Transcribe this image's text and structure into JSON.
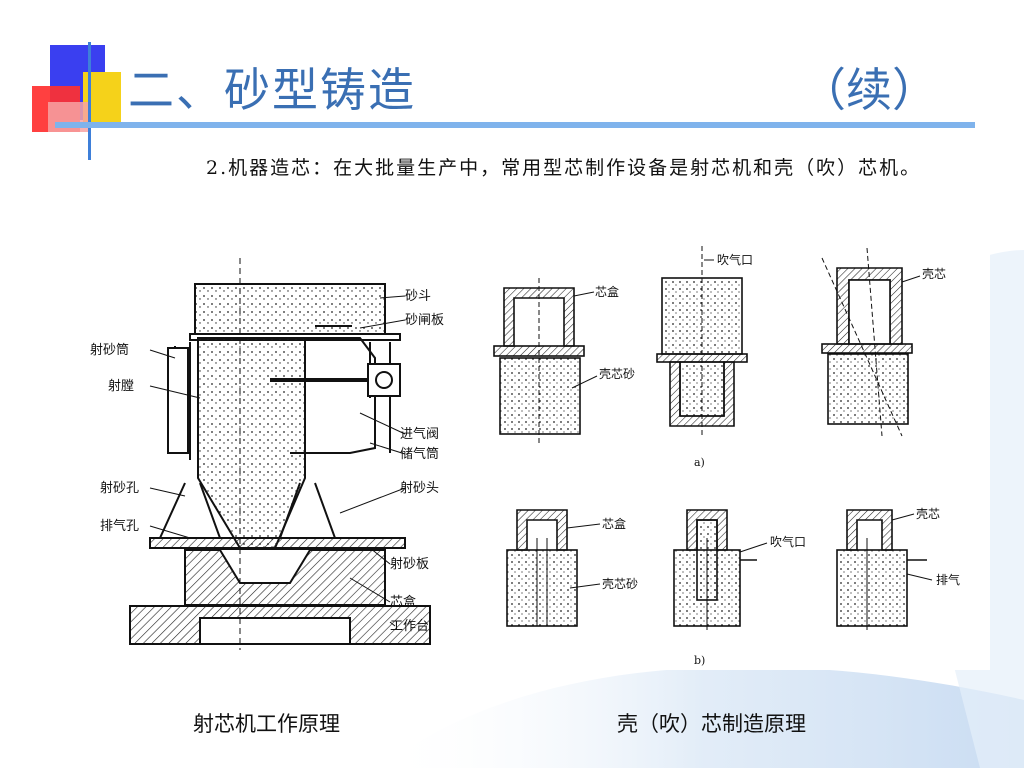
{
  "slide": {
    "title": "二、砂型铸造",
    "title_suffix": "（续）",
    "body": "2.机器造芯：在大批量生产中，常用型芯制作设备是射芯机和壳（吹）芯机。"
  },
  "left_figure": {
    "labels": {
      "shadou": "砂斗",
      "shazhaban": "砂闸板",
      "shashatong": "射砂筒",
      "shetang": "射膛",
      "jinqifa": "进气阀",
      "chuqitong": "储气筒",
      "shashakong": "射砂孔",
      "shashatou": "射砂头",
      "paiqikong": "排气孔",
      "shashaban": "射砂板",
      "xinhe": "芯盒",
      "gongzuotai": "工作台"
    },
    "caption": "射芯机工作原理"
  },
  "right_figure": {
    "labels": {
      "a_chuiqikou": "吹气口",
      "a_xinhe": "芯盒",
      "a_kexinsha": "壳芯砂",
      "a_kexin": "壳芯",
      "a_tag": "a)",
      "b_xinhe": "芯盒",
      "b_kexinsha": "壳芯砂",
      "b_chuiqikou": "吹气口",
      "b_kexin": "壳芯",
      "b_paiqi": "排气",
      "b_tag": "b)"
    },
    "caption": "壳（吹）芯制造原理"
  },
  "colors": {
    "title": "#3a6fb3",
    "title_bar": "#7fb3ec",
    "square_blue": "#3a3ff0",
    "square_yellow": "#f5d21a",
    "square_red": "#ff3030"
  }
}
